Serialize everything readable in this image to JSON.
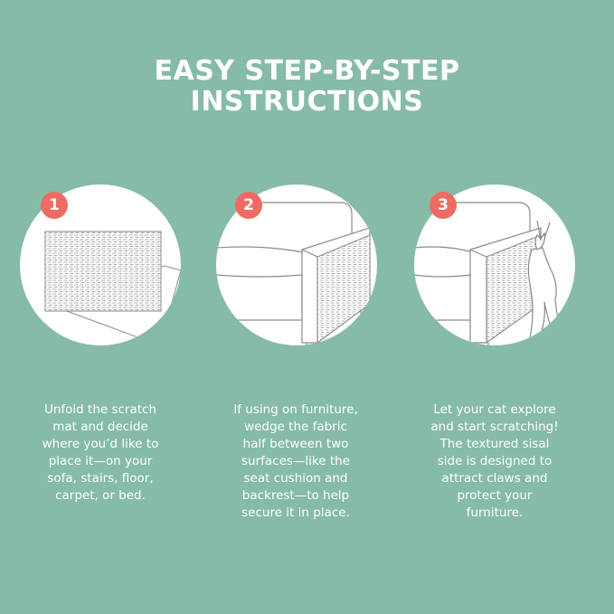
{
  "colors": {
    "background": "#86bba8",
    "badge": "#ee6b63",
    "text": "#ffffff",
    "line": "#8a8a8a"
  },
  "header": {
    "title_lines": [
      "EASY STEP-BY-STEP",
      "INSTRUCTIONS"
    ]
  },
  "steps": [
    {
      "number": "1",
      "illustration": "scratch-mat-illustration",
      "text_lines": [
        "Unfold the scratch",
        "mat and decide",
        "where you’d like to",
        "place it—on your",
        "sofa, stairs, floor,",
        "carpet, or bed."
      ]
    },
    {
      "number": "2",
      "illustration": "sofa-armrest-illustration",
      "text_lines": [
        "If using on furniture,",
        "wedge the fabric",
        "half between two",
        "surfaces—like the",
        "seat cushion and",
        "backrest—to help",
        "secure it in place."
      ]
    },
    {
      "number": "3",
      "illustration": "cat-scratching-illustration",
      "text_lines": [
        "Let your cat explore",
        "and start scratching!",
        "The textured sisal",
        "side is designed to",
        "attract claws and",
        "protect your",
        "furniture."
      ]
    }
  ]
}
